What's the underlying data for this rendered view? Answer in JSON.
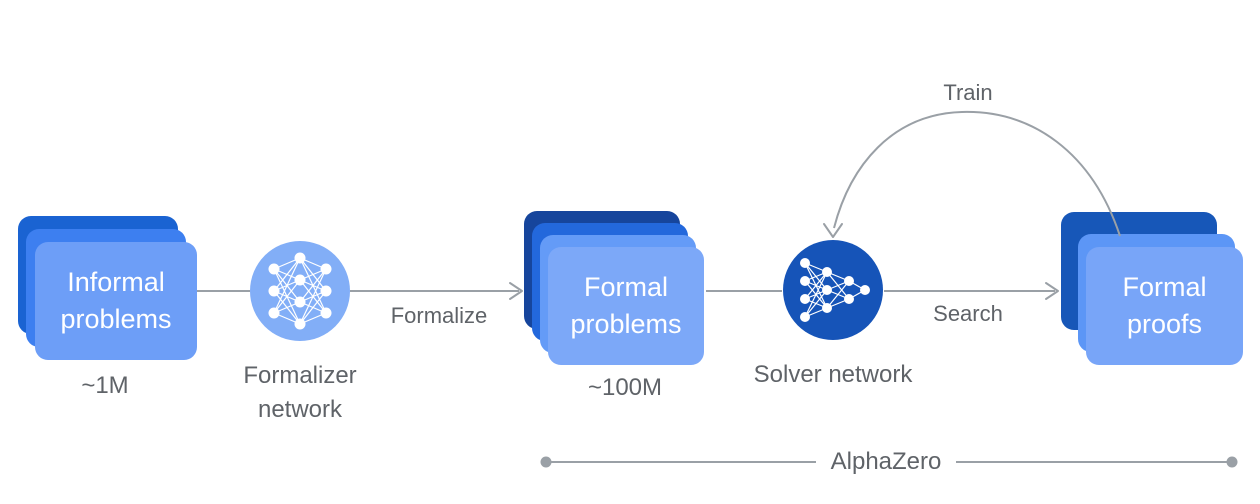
{
  "diagram": {
    "nodes": {
      "informal_problems": {
        "label": "Informal problems",
        "count": "~1M"
      },
      "formalizer_network": {
        "label": "Formalizer network"
      },
      "formal_problems": {
        "label": "Formal problems",
        "count": "~100M"
      },
      "solver_network": {
        "label": "Solver network"
      },
      "formal_proofs": {
        "label": "Formal proofs"
      }
    },
    "edge_labels": {
      "formalize": "Formalize",
      "search": "Search",
      "train": "Train"
    },
    "bracket": {
      "label": "AlphaZero"
    },
    "colors": {
      "informal_card_layers": [
        "#1A63D2",
        "#3D7FF0",
        "#6D9EF7"
      ],
      "formal_problems_card_layers": [
        "#16459C",
        "#2368DC",
        "#649BF7",
        "#7CA8F8"
      ],
      "formal_proofs_card_layers": [
        "#1757B8",
        "#5C96F6",
        "#78A5F8"
      ],
      "formalizer_circle": "#82AEF7",
      "solver_circle": "#1654B8",
      "connector_gray": "#9AA0A6",
      "label_gray": "#5F6368",
      "card_text": "#FFFFFF"
    }
  }
}
